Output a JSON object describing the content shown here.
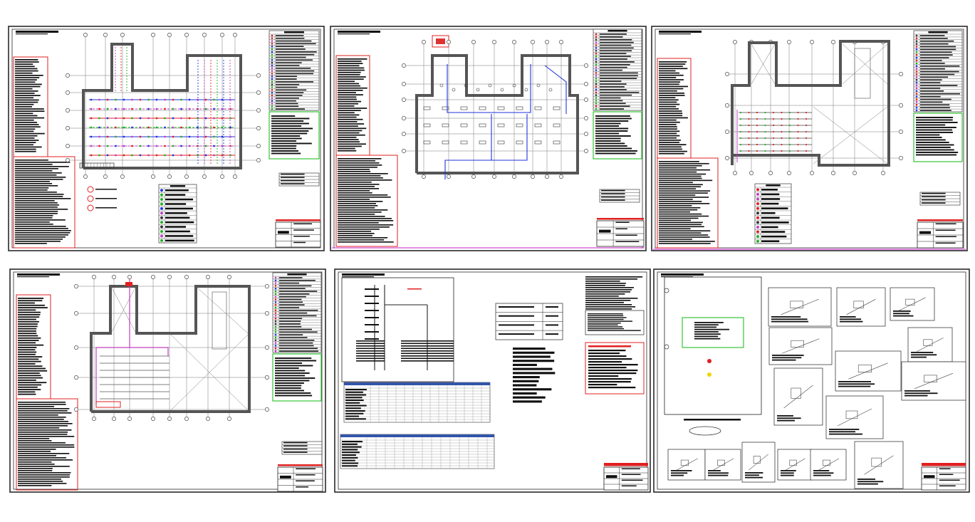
{
  "canvas": {
    "background": "#ffffff"
  },
  "colors": {
    "frame": "#2a2a2a",
    "wall": "#555555",
    "text_block": "#111111",
    "note_outline": "#e02020",
    "legend_outline": "#23c023",
    "titleblock_accent": "#e02020",
    "sheet_edge_magenta": "#d24bd2",
    "circuit_blue": "#2233dd",
    "circuit_magenta": "#c040c0",
    "circuit_red": "#e02020",
    "circuit_green": "#20b020"
  },
  "sheets": [
    {
      "id": "electrical-plan-1",
      "kind": "floor-plan",
      "style": "dense-circuits"
    },
    {
      "id": "electrical-plan-2",
      "kind": "floor-plan",
      "style": "furniture-circuits"
    },
    {
      "id": "electrical-plan-3",
      "kind": "floor-plan",
      "style": "ceiling-grid"
    },
    {
      "id": "electrical-plan-4",
      "kind": "floor-plan",
      "style": "ceiling-riser"
    },
    {
      "id": "single-line-diagram",
      "kind": "single-line",
      "style": "tables"
    },
    {
      "id": "details-sheet",
      "kind": "details",
      "style": "installation-details"
    }
  ],
  "icons": {
    "sheet": "drawing-sheet-icon",
    "legend": "legend-symbol-icon",
    "north": "north-arrow-icon"
  }
}
